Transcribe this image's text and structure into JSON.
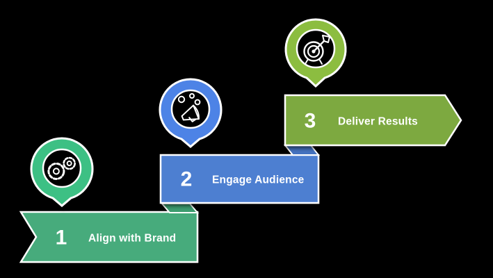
{
  "background_color": "#000000",
  "stroke_color": "#ffffff",
  "steps": [
    {
      "number": "1",
      "label": "Align with Brand",
      "banner_color": "#47AB7C",
      "fold_color": "#3D9C6F",
      "pin_color": "#3EC084",
      "icon": "gears-icon"
    },
    {
      "number": "2",
      "label": "Engage Audience",
      "banner_color": "#4E7FD1",
      "fold_color": "#4472BF",
      "pin_color": "#4E83E6",
      "icon": "megaphone-icon"
    },
    {
      "number": "3",
      "label": "Deliver Results",
      "banner_color": "#7DA940",
      "pin_color": "#8CBD41",
      "icon": "target-dart-icon"
    }
  ]
}
